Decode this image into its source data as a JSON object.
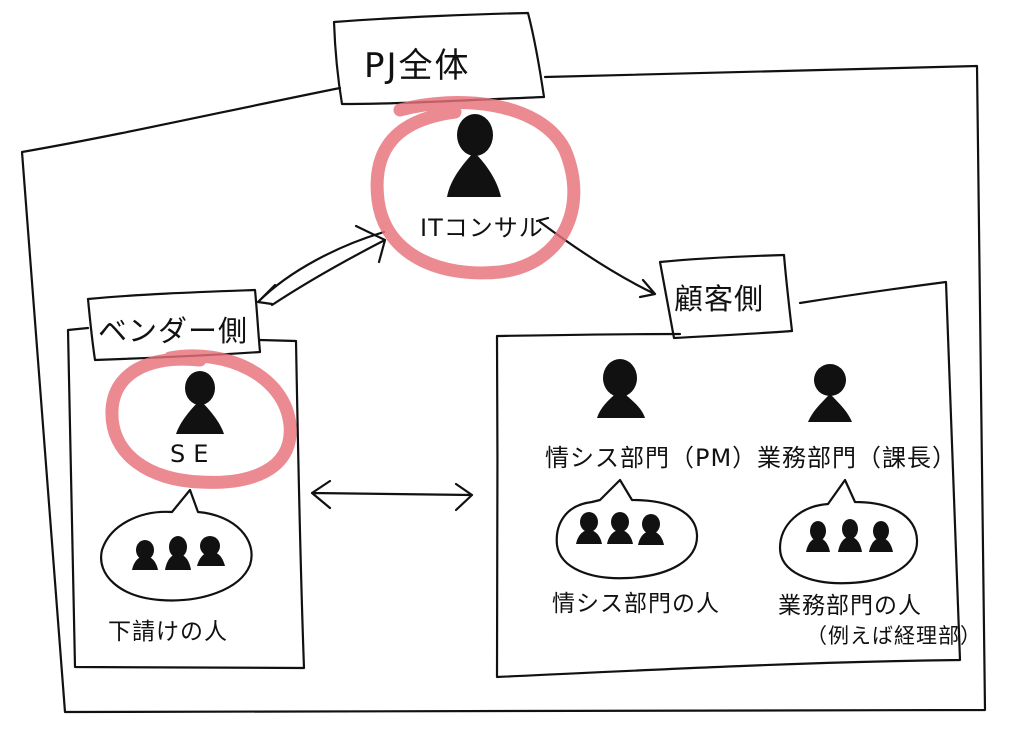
{
  "title": "PJ全体",
  "consultant": {
    "label": "ITコンサル"
  },
  "vendor": {
    "group_label": "ベンダー側",
    "se_label": "SE",
    "sub_label": "下請けの人"
  },
  "customer": {
    "group_label": "顧客側",
    "is_dept_label": "情シス部門（PM）",
    "biz_dept_label": "業務部門（課長）",
    "is_staff_label": "情シス部門の人",
    "biz_staff_label": "業務部門の人",
    "biz_staff_example": "（例えば経理部）"
  },
  "colors": {
    "highlight": "#e8707a",
    "ink": "#111111"
  },
  "icons": [
    "person-icon",
    "group-people-icon",
    "speech-bubble",
    "double-arrow"
  ]
}
